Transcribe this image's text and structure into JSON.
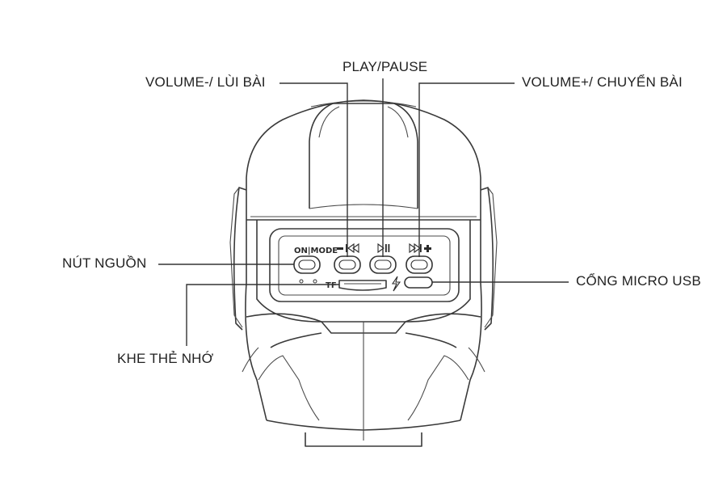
{
  "labels": {
    "volume_minus": "VOLUME-/ LÙI BÀI",
    "play_pause": "PLAY/PAUSE",
    "volume_plus": "VOLUME+/ CHUYỂN BÀI",
    "power": "NÚT NGUỒN",
    "micro_usb": "CỔNG MICRO USB",
    "card_slot": "KHE THẺ NHỚ"
  },
  "panel": {
    "mode_text": "ON|MODE",
    "tf_text": "TF"
  },
  "icons": {
    "prev": "skip-previous-icon",
    "play": "play-pause-icon",
    "next": "skip-next-icon",
    "charge": "lightning-icon"
  }
}
